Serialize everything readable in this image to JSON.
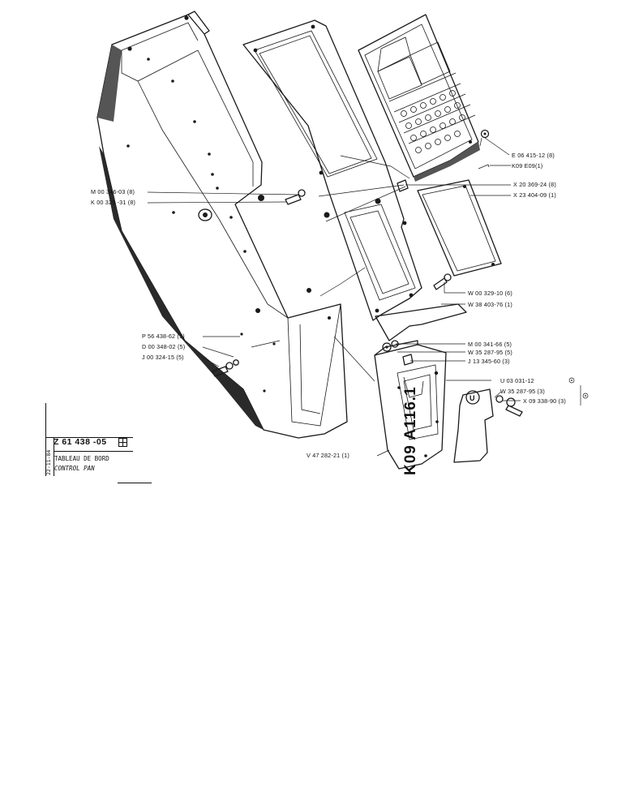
{
  "sheet": {
    "code": "K09  A116.1",
    "reference": "Z 61 438 -05",
    "date": "22-11-84",
    "title_fr": "TABLEAU DE BORD",
    "title_en": "CONTROL PAN"
  },
  "callouts": [
    {
      "id": "e06",
      "text": "E 06 415-12 (8)"
    },
    {
      "id": "k09",
      "text": "K09 E09(1)"
    },
    {
      "id": "x20",
      "text": "X 20 369-24 (8)"
    },
    {
      "id": "x23",
      "text": "X 23 404-09 (1)"
    },
    {
      "id": "m00346",
      "text": "M 00 346-03 (8)"
    },
    {
      "id": "k00",
      "text": "K 00 325 -31 (8)"
    },
    {
      "id": "w00",
      "text": "W 00 329-10 (6)"
    },
    {
      "id": "w38",
      "text": "W 38 403-76 (1)"
    },
    {
      "id": "p56",
      "text": "P 56 438-62 (1)"
    },
    {
      "id": "d00",
      "text": "D 00 348-02 (5)"
    },
    {
      "id": "j00",
      "text": "J 00 324-15 (5)"
    },
    {
      "id": "m00341",
      "text": "M 00 341-66 (5)"
    },
    {
      "id": "w35a",
      "text": "W 35 287-95 (5)"
    },
    {
      "id": "j13",
      "text": "J 13 345-60 (3)"
    },
    {
      "id": "u03",
      "text": "U 03 031-12"
    },
    {
      "id": "w35b",
      "text": "W 35 287-95 (3)"
    },
    {
      "id": "x09",
      "text": "X 09 338-90 (3)"
    },
    {
      "id": "v47",
      "text": "V 47 282-21 (1)"
    }
  ],
  "symbols": {
    "u03_mark": "circle-dot",
    "group_mark": "circle-dot",
    "badge_letter": "U"
  }
}
